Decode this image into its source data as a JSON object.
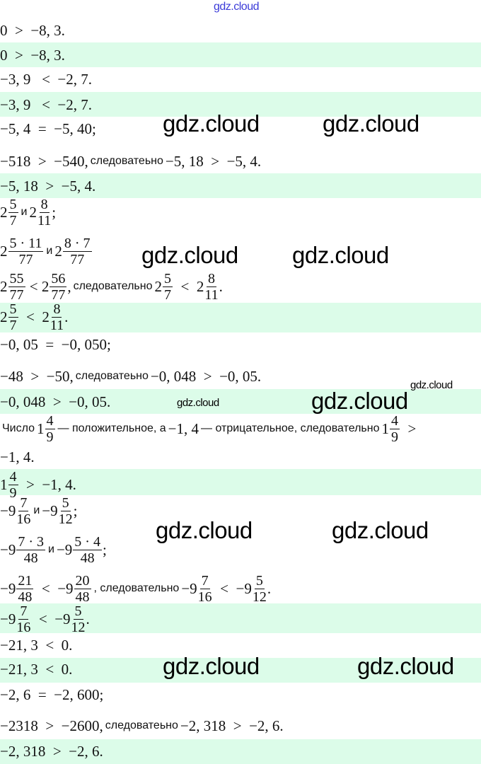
{
  "watermark": "gdz.cloud",
  "colors": {
    "band": "#dcfce9",
    "watermark_top": "#3b3bd8"
  },
  "lines": [
    {
      "hl": false,
      "parts": [
        {
          "m": "0  >  −8, 3."
        }
      ]
    },
    {
      "hl": true,
      "parts": [
        {
          "m": "0  >  −8, 3."
        }
      ]
    },
    {
      "hl": false,
      "parts": [
        {
          "m": "−3, 9   <  −2, 7."
        }
      ]
    },
    {
      "hl": true,
      "parts": [
        {
          "m": "−3, 9   <  −2, 7."
        }
      ]
    },
    {
      "hl": false,
      "parts": [
        {
          "m": "−5, 4  =  −5, 40;"
        }
      ]
    },
    {
      "hl": false,
      "parts": [
        {
          "m": "−518  >  −540,"
        },
        {
          "t": "следоватеьно"
        },
        {
          "m": "−5, 18  >  −5, 4."
        }
      ]
    },
    {
      "hl": true,
      "parts": [
        {
          "m": "−5, 18  >  −5, 4."
        }
      ]
    },
    {
      "hl": false,
      "parts": [
        {
          "w": "2",
          "n": "5",
          "d": "7"
        },
        {
          "t": "и"
        },
        {
          "w": "2",
          "n": "8",
          "d": "11"
        },
        {
          "m": ";"
        }
      ]
    },
    {
      "hl": false,
      "parts": [
        {
          "w": "2",
          "n": "5 · 11",
          "d": "77"
        },
        {
          "t": "и"
        },
        {
          "w": "2",
          "n": "8 · 7",
          "d": "77"
        }
      ]
    },
    {
      "hl": false,
      "parts": [
        {
          "w": "2",
          "n": "55",
          "d": "77"
        },
        {
          "m": " < "
        },
        {
          "w": "2",
          "n": "56",
          "d": "77"
        },
        {
          "m": ","
        },
        {
          "t": "следовательно"
        },
        {
          "w": "2",
          "n": "5",
          "d": "7"
        },
        {
          "m": "  <  "
        },
        {
          "w": "2",
          "n": "8",
          "d": "11"
        },
        {
          "m": "."
        }
      ]
    },
    {
      "hl": true,
      "parts": [
        {
          "w": "2",
          "n": "5",
          "d": "7"
        },
        {
          "m": "  <  "
        },
        {
          "w": "2",
          "n": "8",
          "d": "11"
        },
        {
          "m": "."
        }
      ]
    },
    {
      "hl": false,
      "parts": [
        {
          "m": "−0, 05  =  −0, 050;"
        }
      ]
    },
    {
      "hl": false,
      "parts": [
        {
          "m": "−48  >  −50,"
        },
        {
          "t": "следоватеьно"
        },
        {
          "m": "−0, 048  >  −0, 05."
        }
      ]
    },
    {
      "hl": true,
      "parts": [
        {
          "m": "−0, 048  >  −0, 05."
        }
      ]
    },
    {
      "hl": false,
      "parts": [
        {
          "t": "Число"
        },
        {
          "w": "1",
          "n": "4",
          "d": "9"
        },
        {
          "t": "— положительное, а"
        },
        {
          "m": "−1, 4"
        },
        {
          "t": "— отрицательное, следовательно"
        },
        {
          "w": "1",
          "n": "4",
          "d": "9"
        },
        {
          "m": "  >"
        }
      ]
    },
    {
      "hl": false,
      "parts": [
        {
          "m": "−1, 4."
        }
      ]
    },
    {
      "hl": true,
      "parts": [
        {
          "w": "1",
          "n": "4",
          "d": "9"
        },
        {
          "m": "  >  −1, 4."
        }
      ]
    },
    {
      "hl": false,
      "parts": [
        {
          "w": "−9",
          "n": "7",
          "d": "16"
        },
        {
          "t": "и"
        },
        {
          "w": "−9",
          "n": "5",
          "d": "12"
        },
        {
          "m": ";"
        }
      ]
    },
    {
      "hl": false,
      "parts": [
        {
          "w": "−9",
          "n": "7 · 3",
          "d": "48"
        },
        {
          "t": "и"
        },
        {
          "w": "−9",
          "n": "5 · 4",
          "d": "48"
        },
        {
          "m": ";"
        }
      ]
    },
    {
      "hl": false,
      "parts": [
        {
          "w": "−9",
          "n": "21",
          "d": "48"
        },
        {
          "m": "  <  "
        },
        {
          "w": "−9",
          "n": "20",
          "d": "48"
        },
        {
          "t": ", следовательно"
        },
        {
          "w": "−9",
          "n": "7",
          "d": "16"
        },
        {
          "m": "  <  "
        },
        {
          "w": "−9",
          "n": "5",
          "d": "12"
        },
        {
          "m": "."
        }
      ]
    },
    {
      "hl": true,
      "parts": [
        {
          "w": "−9",
          "n": "7",
          "d": "16"
        },
        {
          "m": "  <  "
        },
        {
          "w": "−9",
          "n": "5",
          "d": "12"
        },
        {
          "m": "."
        }
      ]
    },
    {
      "hl": false,
      "parts": [
        {
          "m": "−21, 3  <  0."
        }
      ]
    },
    {
      "hl": true,
      "parts": [
        {
          "m": "−21, 3  <  0."
        }
      ]
    },
    {
      "hl": false,
      "parts": [
        {
          "m": "−2, 6  =  −2, 600;"
        }
      ]
    },
    {
      "hl": false,
      "parts": [
        {
          "m": "−2318  >  −2600,"
        },
        {
          "t": "следоватеьно"
        },
        {
          "m": "−2, 318  >  −2, 6."
        }
      ]
    },
    {
      "hl": true,
      "parts": [
        {
          "m": "−2, 318  >  −2, 6."
        }
      ]
    }
  ]
}
